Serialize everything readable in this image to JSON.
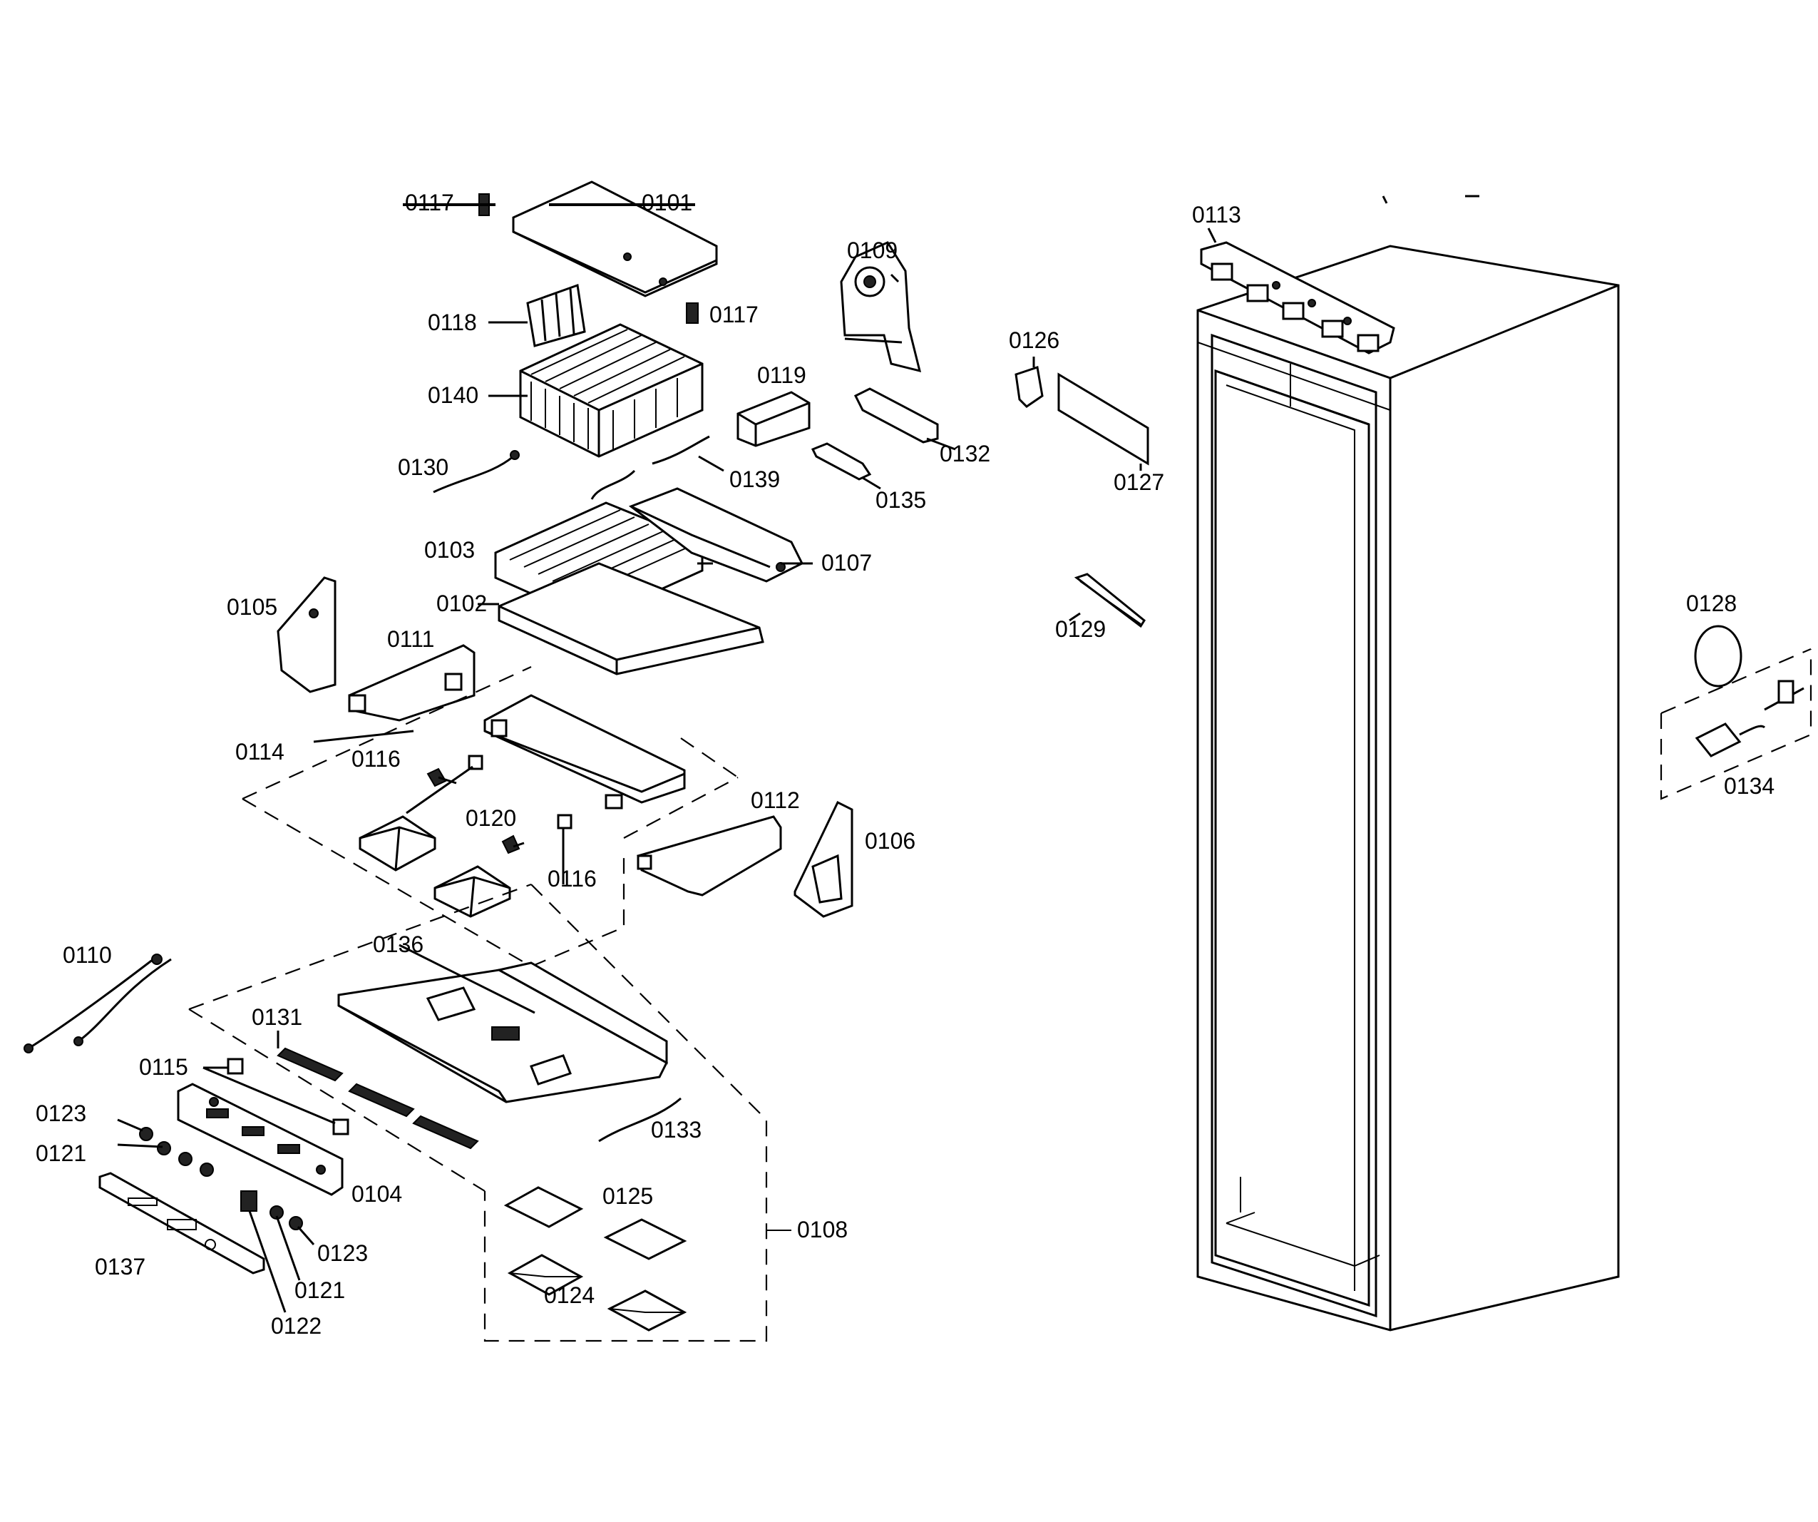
{
  "labels": {
    "p0117a": "0117",
    "p0101": "0101",
    "p0109": "0109",
    "p0113": "0113",
    "p0118": "0118",
    "p0117b": "0117",
    "p0126": "0126",
    "p0140": "0140",
    "p0119": "0119",
    "p0132": "0132",
    "p0127": "0127",
    "p0130": "0130",
    "p0139": "0139",
    "p0135": "0135",
    "p0103": "0103",
    "p0107": "0107",
    "p0105": "0105",
    "p0102": "0102",
    "p0129": "0129",
    "p0128": "0128",
    "p0111": "0111",
    "p0114": "0114",
    "p0116a": "0116",
    "p0134": "0134",
    "p0112": "0112",
    "p0120": "0120",
    "p0106": "0106",
    "p0116b": "0116",
    "p0110": "0110",
    "p0136": "0136",
    "p0131": "0131",
    "p0115": "0115",
    "p0123a": "0123",
    "p0133": "0133",
    "p0121a": "0121",
    "p0104": "0104",
    "p0125": "0125",
    "p0108": "0108",
    "p0137": "0137",
    "p0123b": "0123",
    "p0121b": "0121",
    "p0124": "0124",
    "p0122": "0122"
  }
}
